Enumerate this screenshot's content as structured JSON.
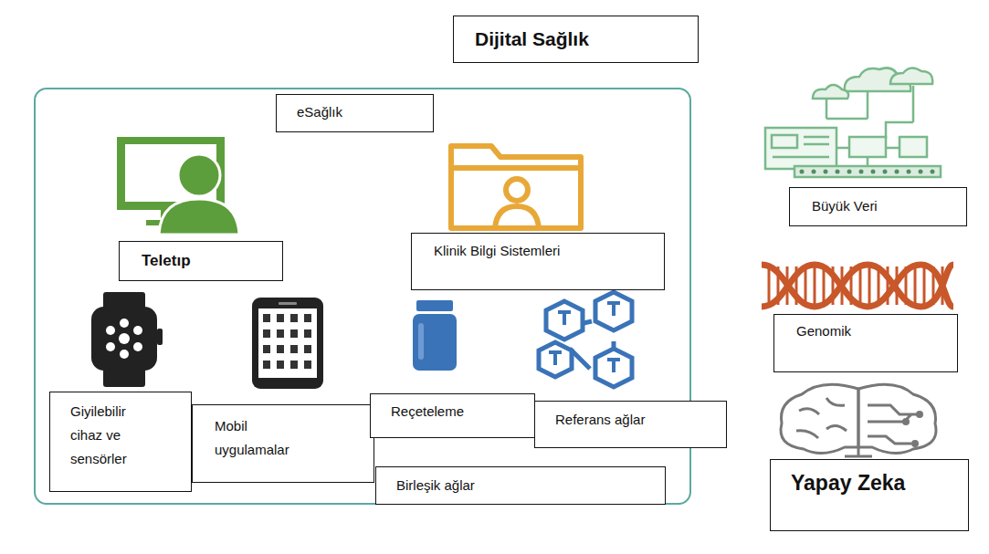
{
  "diagram": {
    "title": "Dijital Sağlık",
    "nodes": [
      {
        "text": [
          "eSağlık"
        ]
      },
      {
        "text": [
          "Teletıp"
        ],
        "in": 0
      },
      {
        "text": [
          "Klinik Bilgi Sistemleri"
        ],
        "in": 0
      },
      {
        "text": [
          "Giyilebilir cihaz ve sensörler"
        ],
        "in": 0
      },
      {
        "text": [
          "Mobil uygulamalar"
        ],
        "in": 0
      },
      {
        "text": [
          "Reçeteleme"
        ],
        "in": 0
      },
      {
        "text": [
          "Referans ağlar"
        ],
        "in": 0
      },
      {
        "text": [
          "Birleşik ağlar"
        ],
        "in": 0
      },
      {
        "text": [
          "Büyük Veri"
        ]
      },
      {
        "text": [
          "Genomik"
        ]
      },
      {
        "text": [
          "Yapay Zeka"
        ]
      }
    ]
  }
}
